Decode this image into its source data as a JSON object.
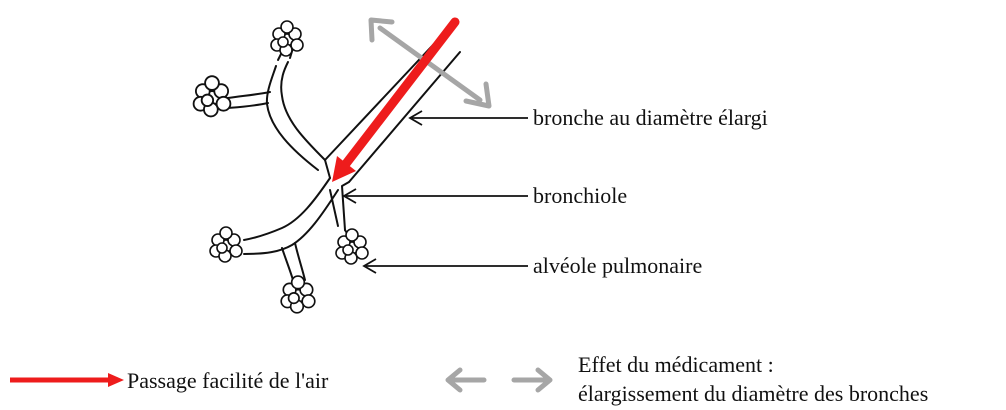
{
  "labels": {
    "bronche": "bronche au diamètre élargi",
    "bronchiole": "bronchiole",
    "alveole": "alvéole pulmonaire"
  },
  "legend": {
    "air": "Passage facilité de l'air",
    "effet_line1": "Effet du médicament :",
    "effet_line2": "élargissement du diamètre des bronches"
  },
  "colors": {
    "air_arrow": "#ee1c1c",
    "effect_arrow": "#a6a6a6",
    "ink": "#111111"
  }
}
